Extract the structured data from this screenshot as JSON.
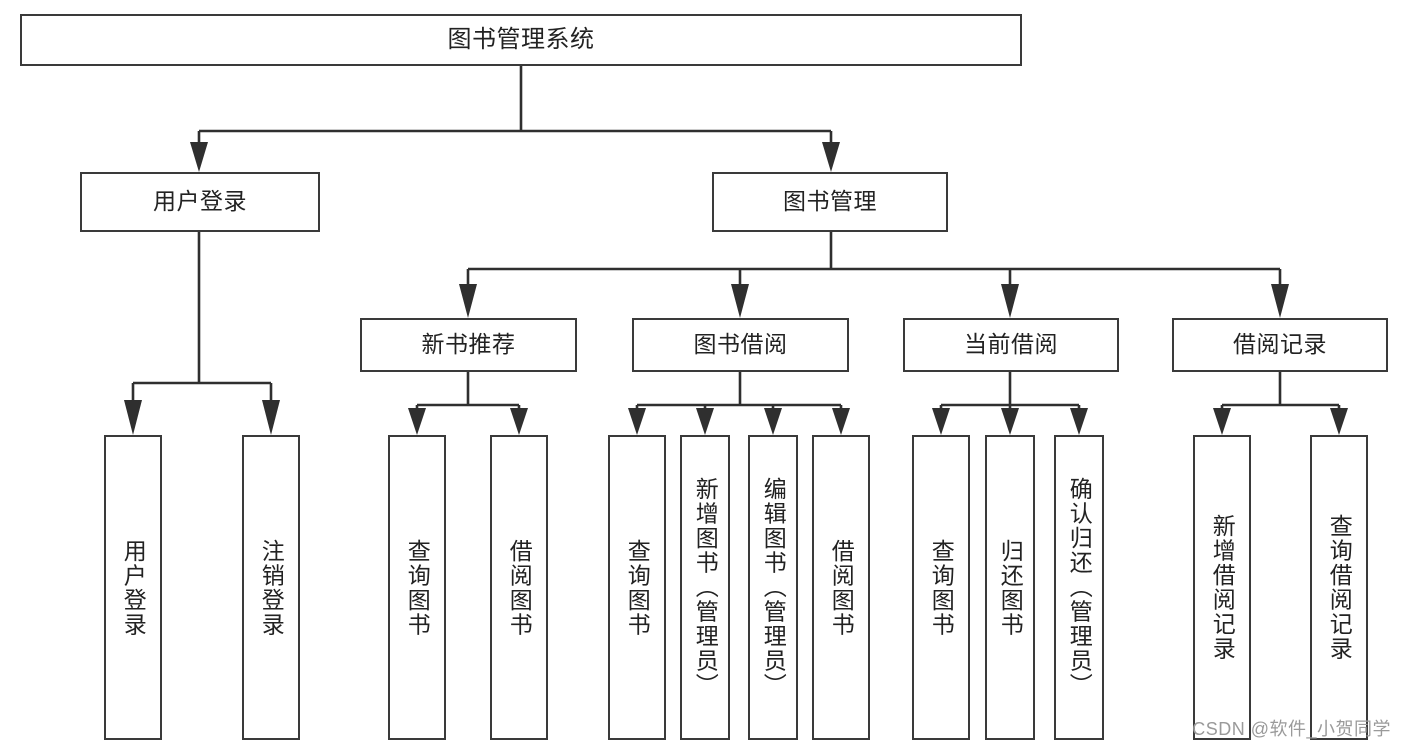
{
  "diagram": {
    "type": "tree",
    "title": "图书管理系统",
    "watermark": "CSDN @软件_小贺同学",
    "root": {
      "label": "图书管理系统"
    },
    "level2": [
      {
        "label": "用户登录"
      },
      {
        "label": "图书管理"
      }
    ],
    "level3": [
      {
        "label": "新书推荐"
      },
      {
        "label": "图书借阅"
      },
      {
        "label": "当前借阅"
      },
      {
        "label": "借阅记录"
      }
    ],
    "leaves": {
      "user_login": [
        {
          "label": "用户登录"
        },
        {
          "label": "注销登录"
        }
      ],
      "new_book_recommend": [
        {
          "label": "查询图书"
        },
        {
          "label": "借阅图书"
        }
      ],
      "book_borrow": [
        {
          "label": "查询图书"
        },
        {
          "label": "新增图书（管理员）"
        },
        {
          "label": "编辑图书（管理员）"
        },
        {
          "label": "借阅图书"
        }
      ],
      "current_borrow": [
        {
          "label": "查询图书"
        },
        {
          "label": "归还图书"
        },
        {
          "label": "确认归还（管理员）"
        }
      ],
      "borrow_record": [
        {
          "label": "新增借阅记录"
        },
        {
          "label": "查询借阅记录"
        }
      ]
    },
    "colors": {
      "stroke": "#2f2f2f",
      "box_border": "#3a3a3a",
      "box_fill": "#ffffff",
      "text": "#222222",
      "watermark": "#9a9a9a"
    }
  }
}
